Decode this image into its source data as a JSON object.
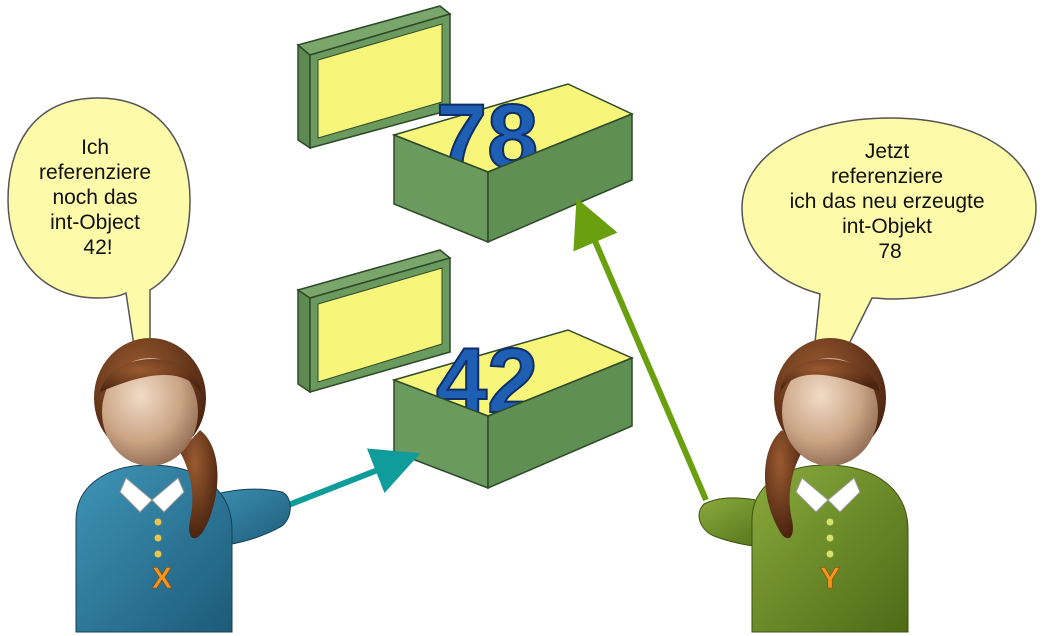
{
  "boxes": {
    "top": {
      "number": "78"
    },
    "bottom": {
      "number": "42"
    }
  },
  "speech": {
    "x": {
      "lines": [
        "Ich",
        "referenziere",
        "noch das",
        "int-Object",
        "42!"
      ]
    },
    "y": {
      "lines": [
        "Jetzt",
        "referenziere",
        "ich das neu erzeugte",
        "int-Objekt",
        "78"
      ]
    }
  },
  "persons": {
    "x": {
      "label": "X",
      "shirt_color": "#2b7494"
    },
    "y": {
      "label": "Y",
      "shirt_color": "#6d8b2a"
    }
  },
  "arrows": {
    "x_color": "#119c9c",
    "y_color": "#6aa00f"
  },
  "colors": {
    "box_green": "#6b9a5e",
    "box_yellow": "#f7f57a",
    "bubble_fill": "#fdfba9"
  }
}
